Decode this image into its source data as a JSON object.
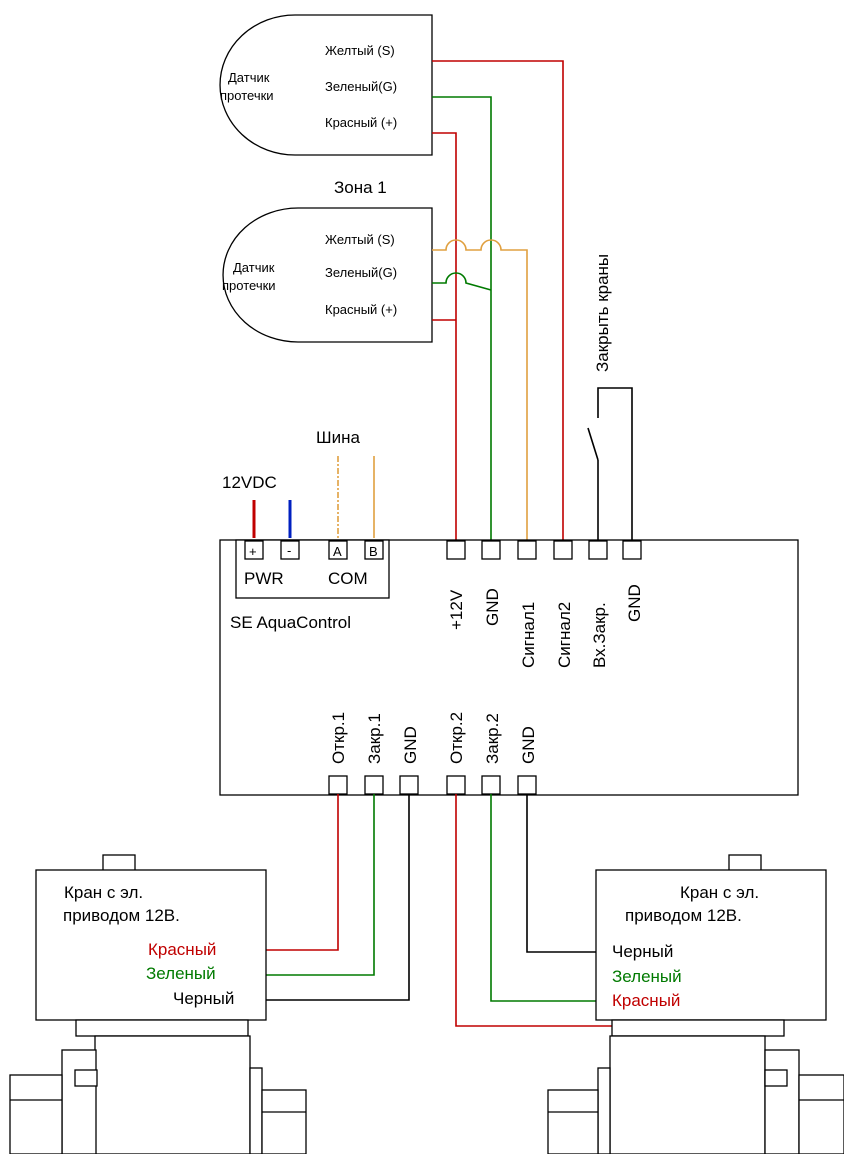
{
  "colors": {
    "red": "#c00000",
    "green": "#007a00",
    "blue": "#0020c0",
    "orange": "#e0a040",
    "black": "#000000"
  },
  "sensor1": {
    "title_line1": "Датчик",
    "title_line2": "протечки",
    "wire_yellow": "Желтый (S)",
    "wire_green": "Зеленый(G)",
    "wire_red": "Красный (+)"
  },
  "zone_label": "Зона 1",
  "sensor2": {
    "title_line1": "Датчик",
    "title_line2": "протечки",
    "wire_yellow": "Желтый (S)",
    "wire_green": "Зеленый(G)",
    "wire_red": "Красный (+)"
  },
  "close_valves_label": "Закрыть краны",
  "bus_label": "Шина",
  "power_label": "12VDC",
  "controller": {
    "name": "SE AquaControl",
    "pwr_label": "PWR",
    "com_label": "COM",
    "plus": "+",
    "minus": "-",
    "a": "A",
    "b": "B",
    "top_terminals": [
      "+12V",
      "GND",
      "Сигнал1",
      "Сигнал2",
      "Вх.Закр.",
      "GND"
    ],
    "bottom_terminals": [
      "Откр.1",
      "Закр.1",
      "GND",
      "Откр.2",
      "Закр.2",
      "GND"
    ]
  },
  "valve_left": {
    "title_line1": "Кран с эл.",
    "title_line2": "приводом 12В.",
    "red": "Красный",
    "green": "Зеленый",
    "black": "Черный"
  },
  "valve_right": {
    "title_line1": "Кран с эл.",
    "title_line2": "приводом 12В.",
    "black": "Черный",
    "green": "Зеленый",
    "red": "Красный"
  }
}
